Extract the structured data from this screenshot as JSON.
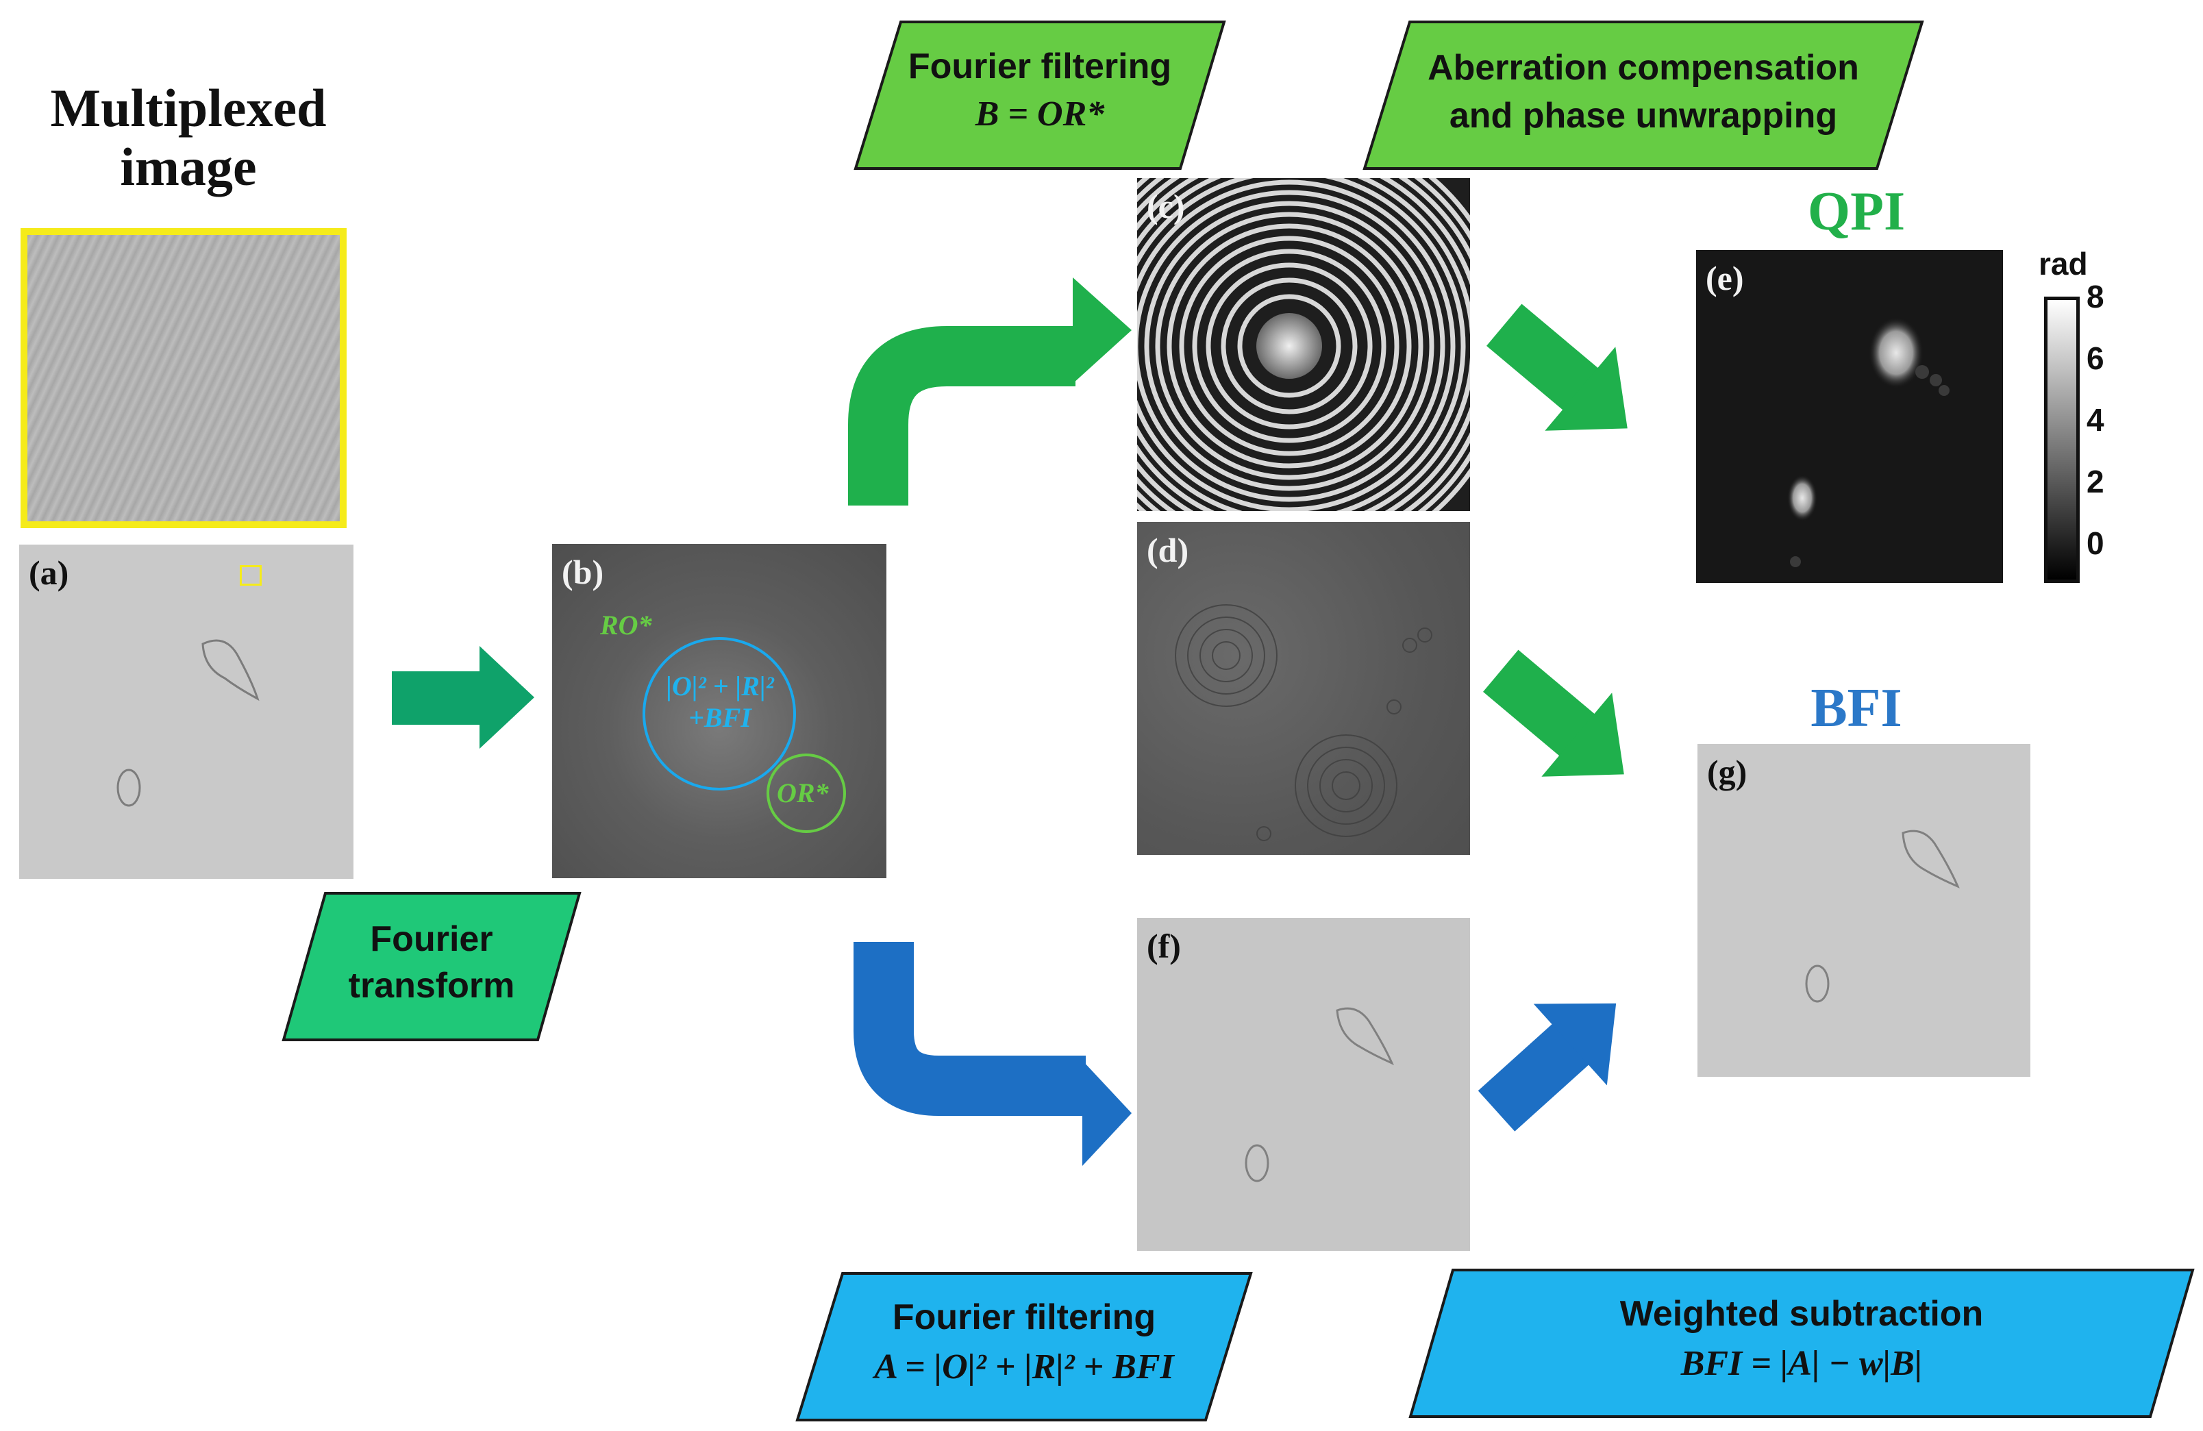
{
  "headings": {
    "multiplexed_line1": "Multiplexed",
    "multiplexed_line2": "image",
    "qpi": "QPI",
    "bfi": "BFI"
  },
  "panels": {
    "a": "(a)",
    "b": "(b)",
    "c": "(c)",
    "d": "(d)",
    "e": "(e)",
    "f": "(f)",
    "g": "(g)"
  },
  "spectrum_labels": {
    "ro": "RO*",
    "center_line1": "|O|² + |R|²",
    "center_line2": "+BFI",
    "or": "OR*"
  },
  "colorbar": {
    "unit": "rad",
    "ticks": [
      "8",
      "6",
      "4",
      "2",
      "0"
    ]
  },
  "captions": {
    "fourier_transform_line1": "Fourier",
    "fourier_transform_line2": "transform",
    "filter_b_title": "Fourier filtering",
    "filter_b_eq": "B = OR*",
    "aberration_line1": "Aberration compensation",
    "aberration_line2": "and phase unwrapping",
    "filter_a_title": "Fourier filtering",
    "filter_a_eq": "A = |O|² + |R|² + BFI",
    "weighted_title": "Weighted subtraction",
    "weighted_eq": "BFI = |A| − w|B|"
  },
  "colors": {
    "green": "#1fb04c",
    "green_caption": "#66cc44",
    "teal_green": "#0fa26a",
    "blue": "#1d6fc4",
    "blue_caption": "#1fb3ee",
    "yellow_frame": "#f5eb1a",
    "cyan_circle": "#19a9ee",
    "green_circle": "#66cc44"
  }
}
